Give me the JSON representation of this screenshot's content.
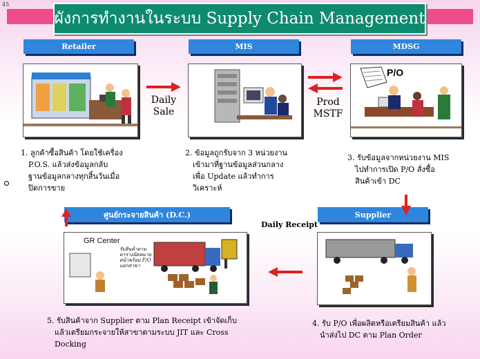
{
  "slide_number": "45",
  "title": "ผังการทำงานในระบบ Supply Chain Management",
  "headers": {
    "retailer": "Retailer",
    "mis": "MIS",
    "mdsg": "MDSG",
    "dc": "ศูนย์กระจายสินค้า (D.C.)",
    "supplier": "Supplier"
  },
  "flow_labels": {
    "daily_sale_line1": "Daily",
    "daily_sale_line2": "Sale",
    "prod_mstf_line1": "Prod",
    "prod_mstf_line2": "MSTF",
    "daily_receipt": "Daily Receipt"
  },
  "image_labels": {
    "po": "P/O",
    "gr_center": "GR Center",
    "gr_note_lines": [
      "รับสินค้าตาม",
      "ตารางนัดหมาย",
      "หน้าพร้อม P/O",
      "แยกสาขา"
    ]
  },
  "steps": {
    "step1": [
      "1. ลูกค้าซื้อสินค้า โดยใช้เครื่อง",
      "P.O.S. แล้วส่งข้อมูลกลับ",
      "ฐานข้อมูลกลางทุกสิ้นวันเมื่อ",
      "ปิดการขาย"
    ],
    "step2": [
      "2. ข้อมูลถูกรับจาก 3 หน่วยงาน",
      "เข้ามาที่ฐานข้อมูลส่วนกลาง",
      "เพื่อ Update แล้วทำการ",
      "วิเคราะห์"
    ],
    "step3": [
      "3. รับข้อมูลจากหน่วยงาน MIS",
      "ไปทำการเปิด P/O สั่งซื้อ",
      "สินค้าเข้า DC"
    ],
    "step4": [
      "4. รับ P/O เพื่อผลิตหรือเตรียมสินค้า แล้ว",
      "นำส่งไป DC ตาม Plan Order"
    ],
    "step5": [
      "5. รับสินค้าจาก Supplier ตาม Plan Receipt เข้าจัดเก็บ",
      "แล้วเตรียมกระจายให้สาขาตามระบบ JIT และ Cross",
      "Docking"
    ]
  },
  "colors": {
    "title_bg": "#0e8a6f",
    "title_band": "#ee4d8a",
    "header_bg": "#2f86dc",
    "arrow": "#e02020"
  }
}
